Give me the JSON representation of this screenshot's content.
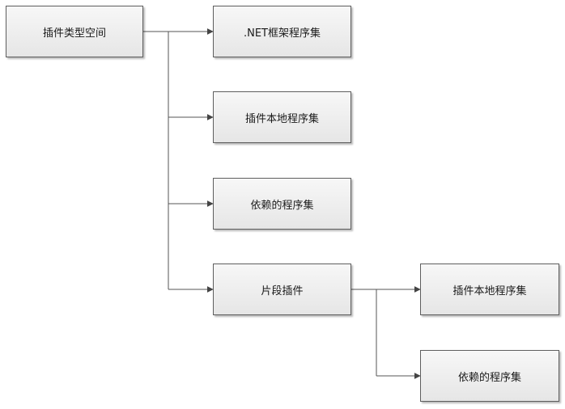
{
  "diagram": {
    "nodes": {
      "root": "插件类型空间",
      "net_framework": ".NET框架程序集",
      "plugin_local_1": "插件本地程序集",
      "dependent_1": "依赖的程序集",
      "fragment_plugin": "片段插件",
      "plugin_local_2": "插件本地程序集",
      "dependent_2": "依赖的程序集"
    },
    "edges": [
      [
        "root",
        "net_framework"
      ],
      [
        "root",
        "plugin_local_1"
      ],
      [
        "root",
        "dependent_1"
      ],
      [
        "root",
        "fragment_plugin"
      ],
      [
        "fragment_plugin",
        "plugin_local_2"
      ],
      [
        "fragment_plugin",
        "dependent_2"
      ]
    ],
    "colors": {
      "node_border": "#5e5e5e",
      "node_fill": "#eeeeee",
      "connector": "#555555"
    }
  }
}
